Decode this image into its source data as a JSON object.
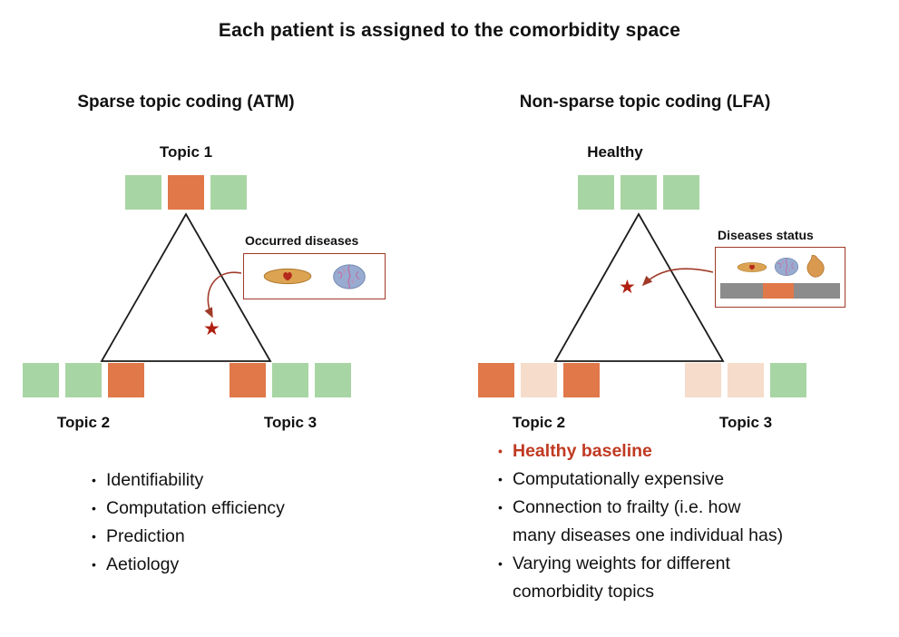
{
  "title": "Each patient is assigned to the comorbidity space",
  "colors": {
    "green": "#a8d5a4",
    "orange": "#e0784a",
    "pale": "#f6dccb",
    "gray": "#8c8c8c",
    "accent": "#a03a28",
    "star": "#b01f10",
    "highlight": "#c03a22"
  },
  "left_panel": {
    "heading": "Sparse topic coding (ATM)",
    "top_label": "Topic 1",
    "top_squares": [
      "green",
      "orange",
      "green"
    ],
    "bottom_left_label": "Topic 2",
    "bottom_left_squares": [
      "green",
      "green",
      "orange"
    ],
    "bottom_right_label": "Topic 3",
    "bottom_right_squares": [
      "orange",
      "green",
      "green"
    ],
    "callout": {
      "label": "Occurred diseases",
      "icons": [
        "muscle-icon",
        "brain-icon"
      ]
    },
    "star": "★",
    "bullets": [
      "Identifiability",
      "Computation efficiency",
      "Prediction",
      "Aetiology"
    ]
  },
  "right_panel": {
    "heading": "Non-sparse topic coding (LFA)",
    "top_label": "Healthy",
    "top_squares": [
      "green",
      "green",
      "green"
    ],
    "bottom_left_label": "Topic 2",
    "bottom_left_squares": [
      "orange",
      "pale",
      "orange"
    ],
    "bottom_right_label": "Topic 3",
    "bottom_right_squares": [
      "pale",
      "pale",
      "green"
    ],
    "callout": {
      "label": "Diseases status",
      "icons": [
        "muscle-icon",
        "brain-icon",
        "stomach-icon"
      ],
      "status_bar": [
        {
          "color": "gray",
          "grow": 42
        },
        {
          "color": "orange",
          "grow": 30
        },
        {
          "color": "gray",
          "grow": 45
        }
      ]
    },
    "star": "★",
    "bullets": [
      "Healthy baseline",
      "Computationally expensive",
      "Connection to frailty (i.e. how\nmany diseases one individual has)",
      "Varying weights for different\ncomorbidity topics"
    ]
  }
}
